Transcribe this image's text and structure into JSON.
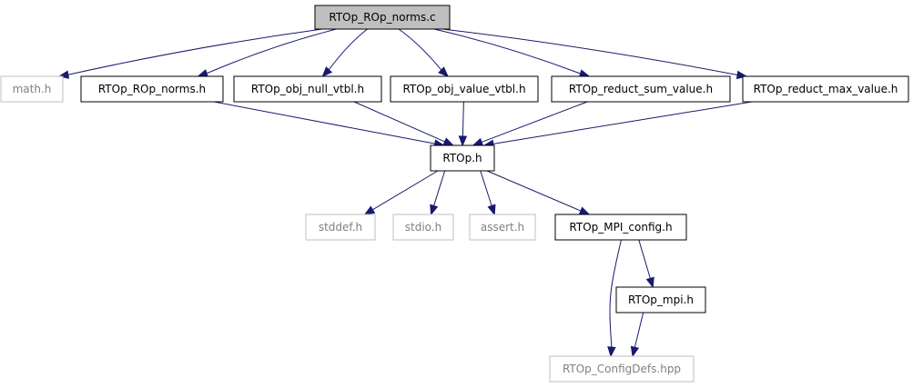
{
  "colors": {
    "edge": "#191970",
    "root_fill": "#bfbfbf",
    "node_border": "#000000",
    "system_border": "#bfbfbf",
    "system_text": "#808080",
    "background": "#ffffff"
  },
  "nodes": {
    "root": {
      "label": "RTOp_ROp_norms.c",
      "kind": "root"
    },
    "math": {
      "label": "math.h",
      "kind": "system"
    },
    "rop_norms_h": {
      "label": "RTOp_ROp_norms.h",
      "kind": "local"
    },
    "obj_null_vtbl": {
      "label": "RTOp_obj_null_vtbl.h",
      "kind": "local"
    },
    "obj_value_vtbl": {
      "label": "RTOp_obj_value_vtbl.h",
      "kind": "local"
    },
    "reduct_sum": {
      "label": "RTOp_reduct_sum_value.h",
      "kind": "local"
    },
    "reduct_max": {
      "label": "RTOp_reduct_max_value.h",
      "kind": "local"
    },
    "rtop_h": {
      "label": "RTOp.h",
      "kind": "local"
    },
    "stddef": {
      "label": "stddef.h",
      "kind": "system"
    },
    "stdio": {
      "label": "stdio.h",
      "kind": "system"
    },
    "assert": {
      "label": "assert.h",
      "kind": "system"
    },
    "mpi_config": {
      "label": "RTOp_MPI_config.h",
      "kind": "local"
    },
    "rtop_mpi": {
      "label": "RTOp_mpi.h",
      "kind": "local"
    },
    "config_defs": {
      "label": "RTOp_ConfigDefs.hpp",
      "kind": "system"
    }
  },
  "edges": [
    [
      "root",
      "math"
    ],
    [
      "root",
      "rop_norms_h"
    ],
    [
      "root",
      "obj_null_vtbl"
    ],
    [
      "root",
      "obj_value_vtbl"
    ],
    [
      "root",
      "reduct_sum"
    ],
    [
      "root",
      "reduct_max"
    ],
    [
      "rop_norms_h",
      "rtop_h"
    ],
    [
      "obj_null_vtbl",
      "rtop_h"
    ],
    [
      "obj_value_vtbl",
      "rtop_h"
    ],
    [
      "reduct_sum",
      "rtop_h"
    ],
    [
      "reduct_max",
      "rtop_h"
    ],
    [
      "rtop_h",
      "stddef"
    ],
    [
      "rtop_h",
      "stdio"
    ],
    [
      "rtop_h",
      "assert"
    ],
    [
      "rtop_h",
      "mpi_config"
    ],
    [
      "mpi_config",
      "rtop_mpi"
    ],
    [
      "mpi_config",
      "config_defs"
    ],
    [
      "rtop_mpi",
      "config_defs"
    ]
  ]
}
